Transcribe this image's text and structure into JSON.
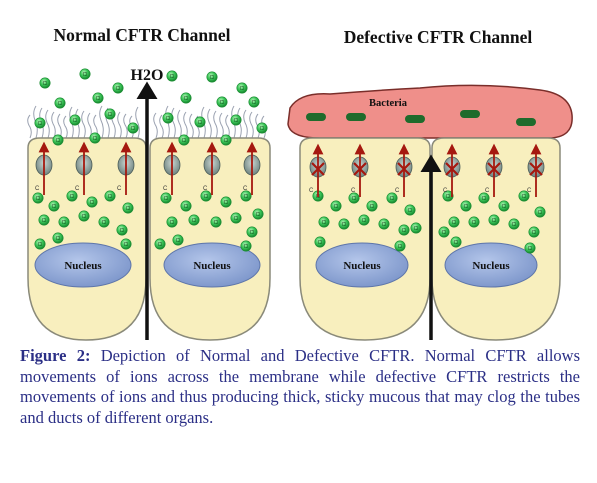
{
  "diagram": {
    "title_normal": "Normal CFTR Channel",
    "title_defective": "Defective CFTR Channel",
    "water_label": "H2O",
    "bacteria_label": "Bacteria",
    "nucleus_label": "Nucleus",
    "ion_label": "Cl",
    "channel_label": "C",
    "colors": {
      "cell_fill": "#f8efbe",
      "cell_stroke": "#8a8a7a",
      "nucleus_fill": "#8fa8d8",
      "ion_fill": "#3cc85a",
      "bacteria_fill": "#ef8f8a",
      "bacteria_rod": "#1f6b2c",
      "arrow_red": "#a5180f",
      "caption_color": "#2b2f86"
    }
  },
  "caption": {
    "label": "Figure 2:",
    "text": " Depiction of Normal and Defective CFTR. Normal CFTR allows movements of ions across the membrane while defective CFTR restricts the movements of ions and thus producing thick, sticky mucous that may clog the tubes and ducts of different organs."
  }
}
